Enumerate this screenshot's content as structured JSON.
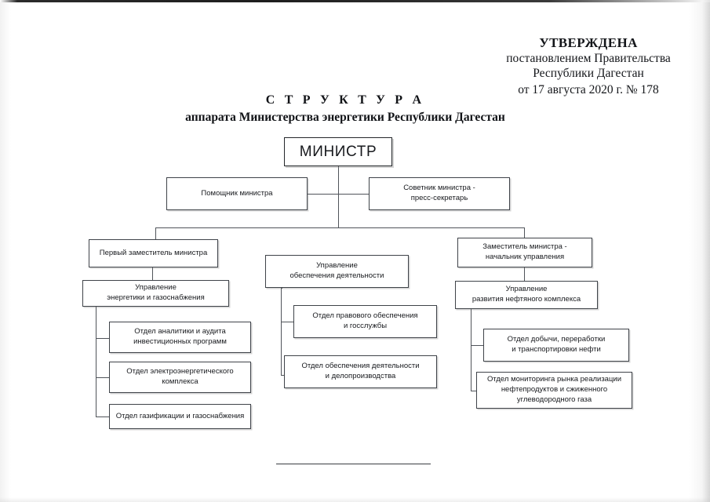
{
  "document": {
    "approval": {
      "title": "УТВЕРЖДЕНА",
      "line1": "постановлением Правительства",
      "line2": "Республики Дагестан",
      "decree": "от 17 августа 2020 г. № 178"
    },
    "title": "С Т Р У К Т У Р А",
    "subtitle": "аппарата Министерства энергетики Республики Дагестан"
  },
  "chart_data": {
    "type": "diagram",
    "title": "Структура аппарата Министерства энергетики Республики Дагестан",
    "nodes": {
      "minister": "МИНИСТР",
      "assistant": "Помощник министра",
      "advisor": "Советник министра -\nпресс-секретарь",
      "first_deputy": "Первый заместитель министра",
      "deputy_head": "Заместитель министра -\nначальник управления",
      "dept_energy": "Управление\nэнергетики и газоснабжения",
      "dept_support": "Управление\nобеспечения деятельности",
      "dept_oil": "Управление\nразвития нефтяного комплекса",
      "div_analytics": "Отдел аналитики и аудита\nинвестиционных программ",
      "div_electro": "Отдел электроэнергетического\nкомплекса",
      "div_gas": "Отдел газификации и газоснабжения",
      "div_legal": "Отдел правового обеспечения\nи госслужбы",
      "div_admin": "Отдел обеспечения деятельности\nи делопроизводства",
      "div_oil_extract": "Отдел добычи, переработки\nи транспортировки нефти",
      "div_oil_market": "Отдел мониторинга рынка реализации\nнефтепродуктов и сжиженного\nуглеводородного газа"
    }
  },
  "colors": {
    "box_border": "#3f4349",
    "connector": "#50545a",
    "text": "#17191d",
    "paper": "#ffffff"
  }
}
